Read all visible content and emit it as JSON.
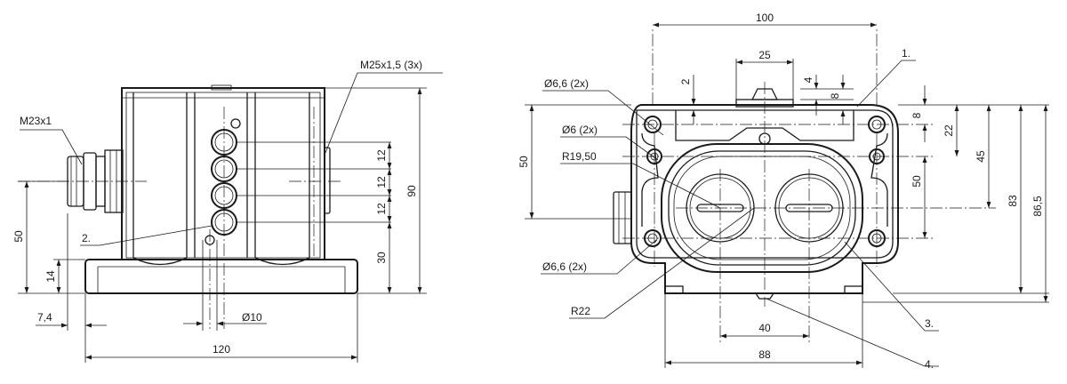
{
  "left_view": {
    "thread_m23": "M23x1",
    "thread_m25": "M25x1,5 (3x)",
    "callout_2": "2.",
    "dim_12a": "12",
    "dim_12b": "12",
    "dim_12c": "12",
    "dim_30": "30",
    "dim_90": "90",
    "dim_50": "50",
    "dim_14": "14",
    "dim_7_4": "7,4",
    "dim_phi10": "Ø10",
    "dim_120": "120"
  },
  "right_view": {
    "dim_100": "100",
    "dim_25": "25",
    "dim_2": "2",
    "dim_4": "4",
    "dim_8_top": "8",
    "callout_1": "1.",
    "hole_66_top": "Ø6,6 (2x)",
    "hole_6": "Ø6 (2x)",
    "radius_1950": "R19,50",
    "dim_50": "50",
    "hole_66_bottom": "Ø6,6 (2x)",
    "radius_22": "R22",
    "dim_40": "40",
    "dim_88": "88",
    "callout_3": "3.",
    "callout_4": "4.",
    "dim_8_right": "8",
    "dim_22": "22",
    "dim_50_right": "50",
    "dim_45": "45",
    "dim_83": "83",
    "dim_86_5": "86,5"
  }
}
